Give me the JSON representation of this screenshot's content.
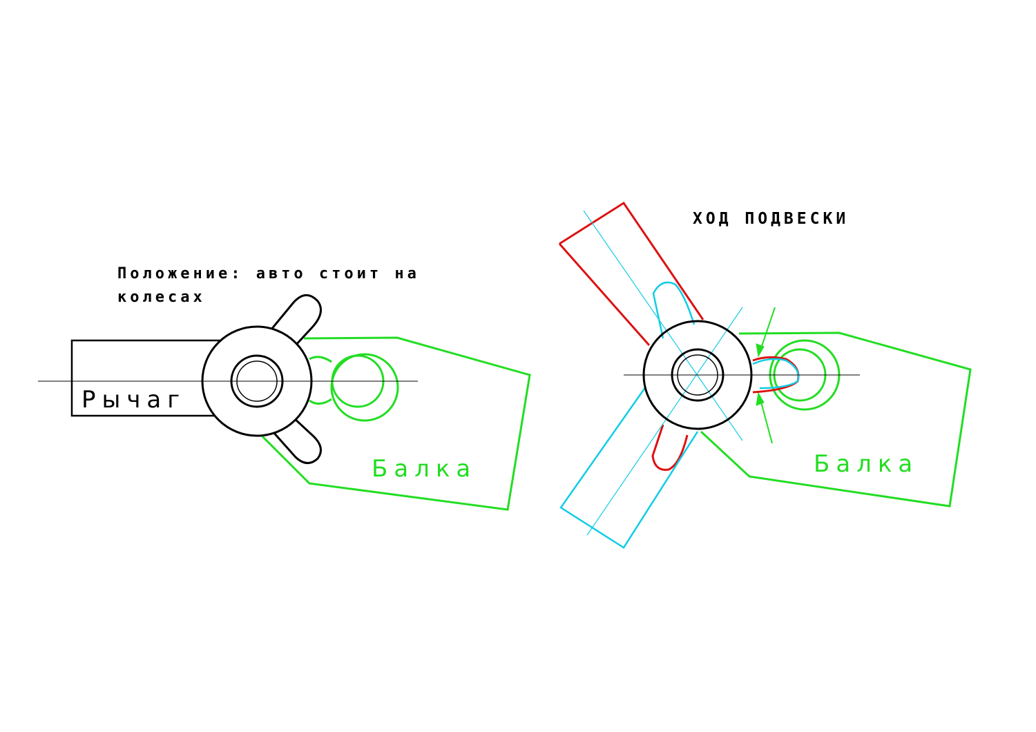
{
  "left_diagram": {
    "caption_line1": "Положение: авто стоит на",
    "caption_line2": "колесах",
    "lever_label": "Рычаг",
    "beam_label": "Балка"
  },
  "right_diagram": {
    "title": "ХОД ПОДВЕСКИ",
    "beam_label": "Балка"
  },
  "colors": {
    "outline": "#000000",
    "beam": "#22dd22",
    "upper_position": "#dd1111",
    "lower_position": "#11cce6",
    "background": "#ffffff"
  }
}
